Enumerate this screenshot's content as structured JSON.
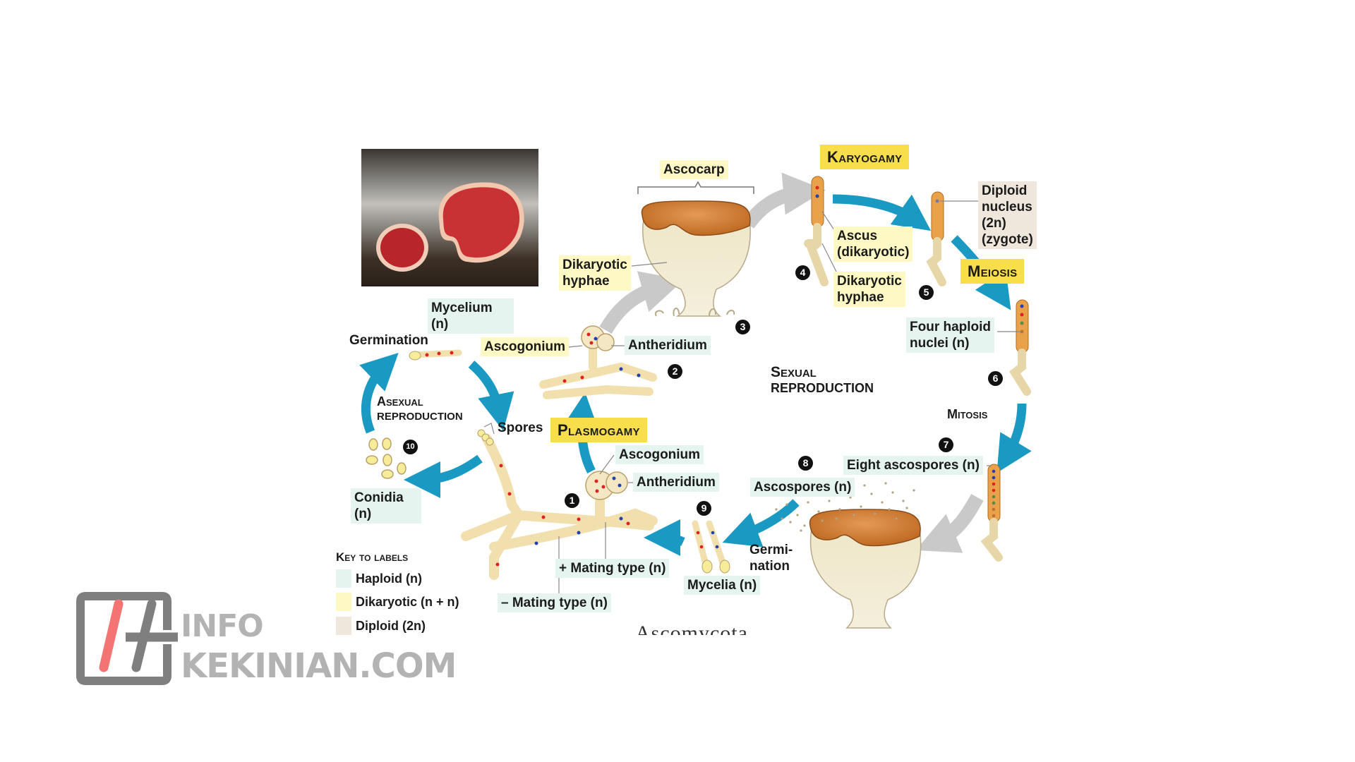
{
  "diagram": {
    "title": "Ascomycota life cycle",
    "caption": "Ascomycota",
    "photo_alt": "Scarlet cup fungi (ascocarps) on a log",
    "colors": {
      "haploid": "#e5f4ef",
      "dikaryotic": "#fdf8c4",
      "diploid": "#efe7dc",
      "stage_highlight": "#f8de4a",
      "cycle_arrow": "#1a9ac2",
      "transition_arrow": "#c9c9c9",
      "ascus": "#e9a24a",
      "hyphae": "#f6e3b4"
    },
    "stages": {
      "karyogamy": "Karyogamy",
      "meiosis": "Meiosis",
      "plasmogamy": "Plasmogamy",
      "mitosis": "Mitosis"
    },
    "sections": {
      "sexual_line1": "Sexual",
      "sexual_line2": "reproduction",
      "asexual_line1": "Asexual",
      "asexual_line2": "reproduction"
    },
    "labels": {
      "ascocarp": "Ascocarp",
      "dikaryotic_hyphae_left_1": "Dikaryotic",
      "dikaryotic_hyphae_left_2": "hyphae",
      "ascus_1": "Ascus",
      "ascus_2": "(dikaryotic)",
      "dikaryotic_hyphae_right_1": "Dikaryotic",
      "dikaryotic_hyphae_right_2": "hyphae",
      "diploid_1": "Diploid",
      "diploid_2": "nucleus",
      "diploid_3": "(2n)",
      "diploid_4": "(zygote)",
      "four_haploid_1": "Four haploid",
      "four_haploid_2": "nuclei (n)",
      "mycelium_1": "Mycelium",
      "mycelium_2": "(n)",
      "germination_top": "Germination",
      "ascogonium_upper": "Ascogonium",
      "antheridium_upper": "Antheridium",
      "spores": "Spores",
      "ascogonium_lower": "Ascogonium",
      "antheridium_lower": "Antheridium",
      "eight_ascospores": "Eight ascospores (n)",
      "ascospores": "Ascospores (n)",
      "conidia_1": "Conidia",
      "conidia_2": "(n)",
      "germination_bottom_1": "Germi-",
      "germination_bottom_2": "nation",
      "mycelia": "Mycelia (n)",
      "plus_mating": "+ Mating type (n)",
      "minus_mating": "– Mating type (n)"
    },
    "step_numbers": [
      "1",
      "2",
      "3",
      "4",
      "5",
      "6",
      "7",
      "8",
      "9",
      "10"
    ],
    "key": {
      "title": "Key to labels",
      "items": [
        {
          "label": "Haploid (n)",
          "color": "#e5f4ef"
        },
        {
          "label": "Dikaryotic (n + n)",
          "color": "#fdf8c4"
        },
        {
          "label": "Diploid (2n)",
          "color": "#efe7dc"
        }
      ]
    }
  },
  "watermark": {
    "line1": "INFO",
    "line2": "KEKINIAN.COM",
    "accent_color": "#f47474",
    "frame_color": "#7f7f7f",
    "text_color": "#b3b3b3"
  }
}
